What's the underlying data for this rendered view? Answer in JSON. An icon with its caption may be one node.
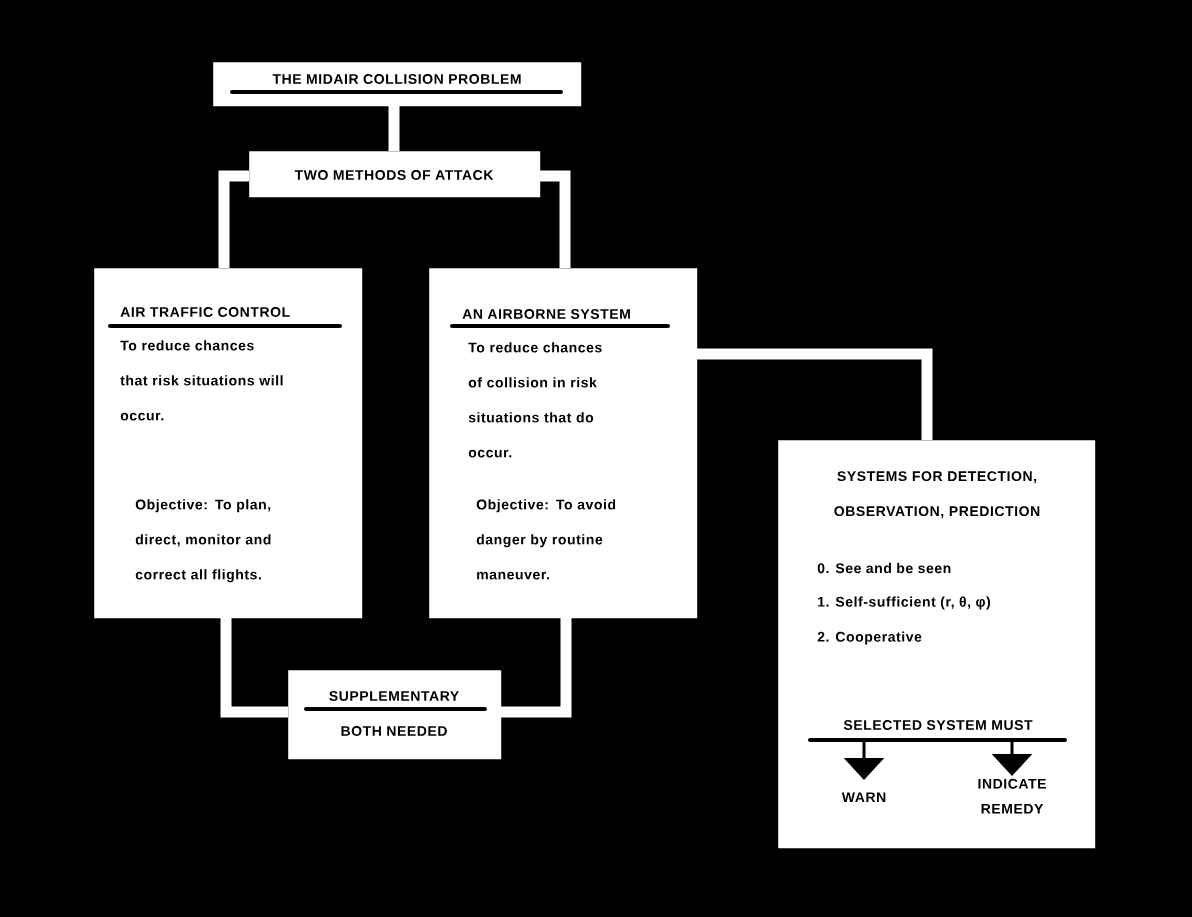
{
  "diagram": {
    "nodes": [
      {
        "text": [
          "THE MIDAIR COLLISION PROBLEM"
        ]
      },
      {
        "text": [
          "TWO METHODS OF ATTACK"
        ]
      },
      {
        "text": [
          "AIR TRAFFIC CONTROL",
          "To reduce chances that risk situations will occur.",
          "Objective: To plan, direct, monitor and correct all flights."
        ]
      },
      {
        "text": [
          "AN AIRBORNE SYSTEM",
          "To reduce chances of collision in risk situations that do occur.",
          "Objective: To avoid danger by routine maneuver."
        ]
      },
      {
        "text": [
          "SUPPLEMENTARY",
          "BOTH NEEDED"
        ]
      },
      {
        "text": [
          "SYSTEMS FOR DETECTION, OBSERVATION, PREDICTION",
          "0. See and be seen",
          "1. Self-sufficient (r, θ, φ)",
          "2. Cooperative"
        ]
      },
      {
        "text": [
          "SELECTED SYSTEM MUST"
        ],
        "in": 5
      },
      {
        "text": [
          "WARN"
        ],
        "in": 5
      },
      {
        "text": [
          "INDICATE REMEDY"
        ],
        "in": 5
      }
    ],
    "edges": [
      {
        "from": 0,
        "to": 1,
        "arrow": "none"
      },
      {
        "from": 1,
        "to": 2,
        "arrow": "none"
      },
      {
        "from": 1,
        "to": 3,
        "arrow": "none"
      },
      {
        "from": 2,
        "to": 4,
        "arrow": "none"
      },
      {
        "from": 3,
        "to": 4,
        "arrow": "none"
      },
      {
        "from": 3,
        "to": 5,
        "arrow": "none"
      },
      {
        "from": 6,
        "to": 7,
        "arrow": "to",
        "color": "#000000"
      },
      {
        "from": 6,
        "to": 8,
        "arrow": "to",
        "color": "#000000"
      }
    ]
  }
}
